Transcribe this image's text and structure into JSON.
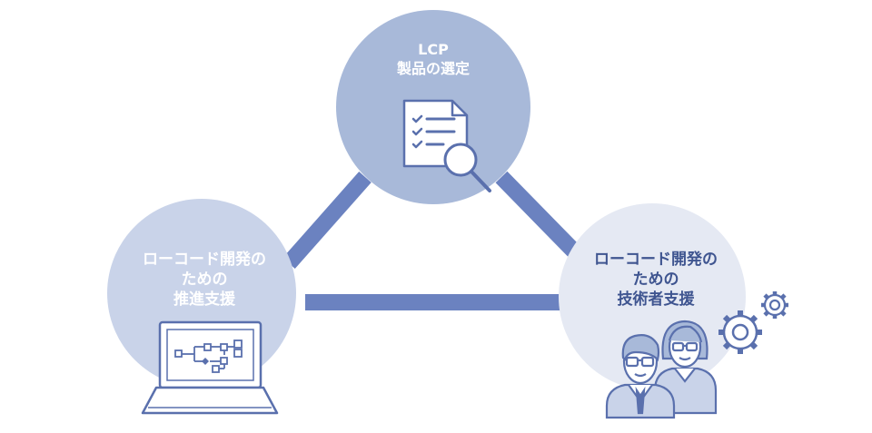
{
  "top": {
    "title_line1": "LCP",
    "title_line2": "製品の選定",
    "icon": "checklist-document-magnifier-icon"
  },
  "left": {
    "line1": "ローコード開発の",
    "line2": "ための",
    "line3": "推進支援",
    "icon": "laptop-flowchart-icon"
  },
  "right": {
    "line1": "ローコード開発の",
    "line2": "ための",
    "line3": "技術者支援",
    "icon": "engineers-gears-icon"
  },
  "colors": {
    "connector": "#6b82c0",
    "top_circle": "#a8b9d9",
    "left_circle": "#c9d3e9",
    "right_circle": "#e5e9f3",
    "text_dark": "#3f5590",
    "icon_stroke": "#5a70ad"
  }
}
